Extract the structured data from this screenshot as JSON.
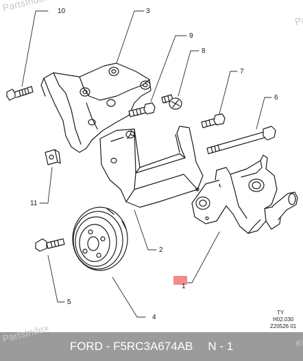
{
  "watermark": {
    "top_left": "PartsIndex",
    "top_right": "Pa",
    "bottom_left": "PartsIndex",
    "bottom_right": "ex"
  },
  "callouts": [
    "1",
    "2",
    "3",
    "4",
    "5",
    "6",
    "7",
    "8",
    "9",
    "10",
    "11"
  ],
  "drawing_codes": {
    "line1": "TY",
    "line2": "H02.030",
    "line3": "Z20526 01"
  },
  "footer": {
    "part": "FORD - F5RC3A674AB",
    "position": "N - 1"
  },
  "colors": {
    "highlight": "#f28b8b",
    "callout_line": "#2a2a2a",
    "footer_bg": "#9b9b9b"
  }
}
